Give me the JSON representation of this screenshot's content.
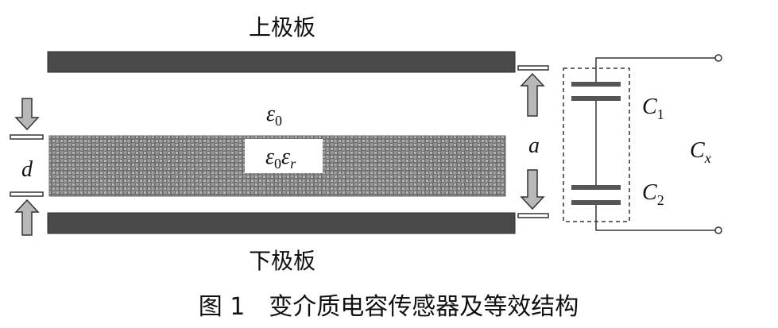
{
  "labels": {
    "upper_plate": "上极板",
    "lower_plate": "下极板",
    "epsilon0_symbol": "ε",
    "epsilon0_sub": "0",
    "dielectric_eps0": "ε",
    "dielectric_eps0_sub": "0",
    "dielectric_epsr": "ε",
    "dielectric_epsr_sub": "r",
    "gap_a": "a",
    "thickness_d": "d",
    "c1_symbol": "C",
    "c1_sub": "1",
    "c2_symbol": "C",
    "c2_sub": "2",
    "cx_symbol": "C",
    "cx_sub": "x"
  },
  "caption": "图 1　变介质电容传感器及等效结构",
  "colors": {
    "plate": "#4a4a4a",
    "arrow_fill": "#b8b8b8",
    "line": "#333333"
  }
}
